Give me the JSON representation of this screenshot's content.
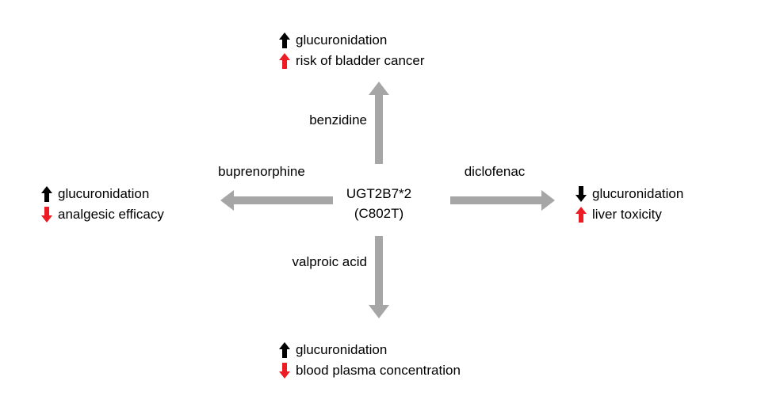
{
  "center": {
    "gene": "UGT2B7*2",
    "variant": "(C802T)"
  },
  "branches": {
    "top": {
      "drug": "benzidine",
      "effects": [
        {
          "direction": "up",
          "color": "black",
          "text": "glucuronidation"
        },
        {
          "direction": "up",
          "color": "red",
          "text": "risk of bladder cancer"
        }
      ]
    },
    "left": {
      "drug": "buprenorphine",
      "effects": [
        {
          "direction": "up",
          "color": "black",
          "text": "glucuronidation"
        },
        {
          "direction": "down",
          "color": "red",
          "text": "analgesic efficacy"
        }
      ]
    },
    "right": {
      "drug": "diclofenac",
      "effects": [
        {
          "direction": "down",
          "color": "black",
          "text": "glucuronidation"
        },
        {
          "direction": "up",
          "color": "red",
          "text": "liver toxicity"
        }
      ]
    },
    "bottom": {
      "drug": "valproic acid",
      "effects": [
        {
          "direction": "up",
          "color": "black",
          "text": "glucuronidation"
        },
        {
          "direction": "down",
          "color": "red",
          "text": "blood plasma concentration"
        }
      ]
    }
  },
  "colors": {
    "branch_arrow_gray": "#a6a6a6",
    "effect_arrow_black": "#000000",
    "effect_arrow_red": "#ed1c24",
    "background": "#ffffff",
    "text": "#000000"
  }
}
